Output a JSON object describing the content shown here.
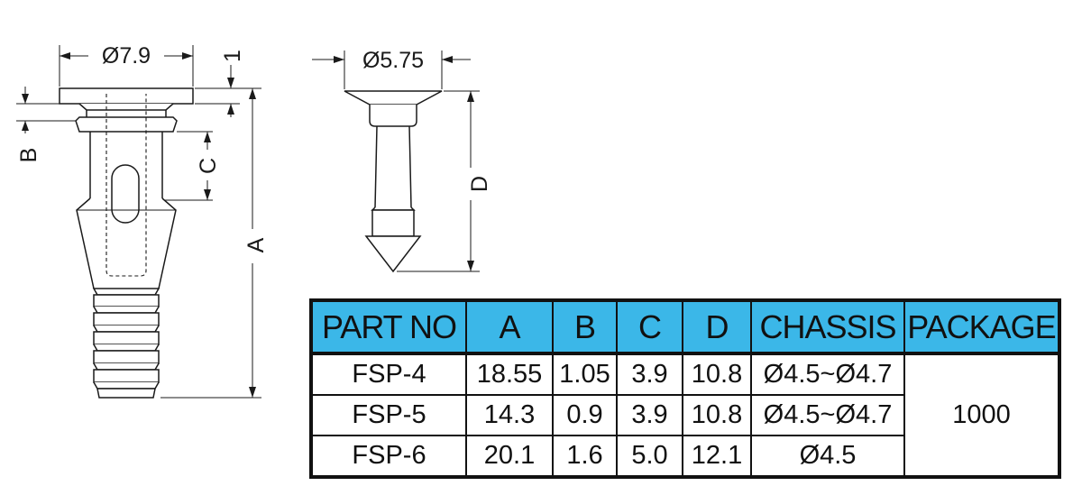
{
  "drawing": {
    "labels": {
      "flange_diameter": "Ø7.9",
      "flange_thickness": "1",
      "pin_head_diameter": "Ø5.75",
      "dim_a": "A",
      "dim_b": "B",
      "dim_c": "C",
      "dim_d": "D"
    }
  },
  "table": {
    "headers": [
      "PART NO",
      "A",
      "B",
      "C",
      "D",
      "CHASSIS",
      "PACKAGE"
    ],
    "rows": [
      {
        "part_no": "FSP-4",
        "a": "18.55",
        "b": "1.05",
        "c": "3.9",
        "d": "10.8",
        "chassis": "Ø4.5~Ø4.7"
      },
      {
        "part_no": "FSP-5",
        "a": "14.3",
        "b": "0.9",
        "c": "3.9",
        "d": "10.8",
        "chassis": "Ø4.5~Ø4.7"
      },
      {
        "part_no": "FSP-6",
        "a": "20.1",
        "b": "1.6",
        "c": "5.0",
        "d": "12.1",
        "chassis": "Ø4.5"
      }
    ],
    "package": "1000"
  },
  "colors": {
    "header_background": "#3bb7e8",
    "line": "#1a1a1a"
  }
}
